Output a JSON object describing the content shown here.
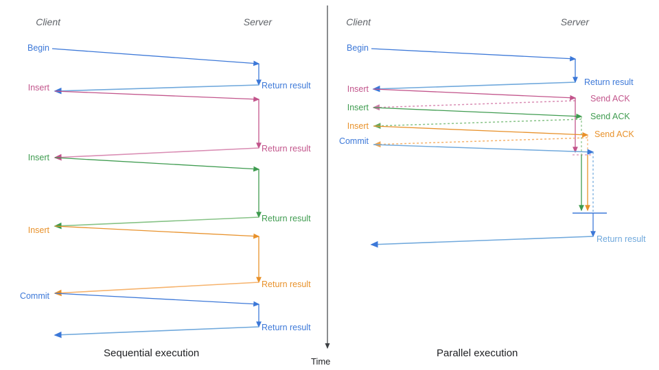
{
  "colors": {
    "blue": "#3c78d8",
    "blue_light": "#6fa8dc",
    "pink": "#c2548b",
    "pink_light": "#d98cb3",
    "green": "#3e9b4f",
    "green_light": "#85c285",
    "orange": "#e8912a",
    "orange_light": "#f6b26b",
    "actor_gray": "#5f6368",
    "axis_gray": "#3c4043",
    "caption": "#202124",
    "background": "#ffffff"
  },
  "time_axis": {
    "label": "Time"
  },
  "panels": [
    {
      "id": "sequential",
      "caption": "Sequential execution",
      "actors": {
        "client": "Client",
        "server": "Server"
      },
      "client_labels": [
        {
          "text": "Begin",
          "color": "blue"
        },
        {
          "text": "Insert",
          "color": "pink"
        },
        {
          "text": "Insert",
          "color": "green"
        },
        {
          "text": "Insert",
          "color": "orange"
        },
        {
          "text": "Commit",
          "color": "blue"
        }
      ],
      "server_labels": [
        {
          "text": "Return result",
          "color": "blue"
        },
        {
          "text": "Return result",
          "color": "pink"
        },
        {
          "text": "Return result",
          "color": "green"
        },
        {
          "text": "Return result",
          "color": "orange"
        },
        {
          "text": "Return result",
          "color": "blue"
        }
      ]
    },
    {
      "id": "parallel",
      "caption": "Parallel execution",
      "actors": {
        "client": "Client",
        "server": "Server"
      },
      "client_labels": [
        {
          "text": "Begin",
          "color": "blue"
        },
        {
          "text": "Insert",
          "color": "pink"
        },
        {
          "text": "Insert",
          "color": "green"
        },
        {
          "text": "Insert",
          "color": "orange"
        },
        {
          "text": "Commit",
          "color": "blue"
        }
      ],
      "server_labels": [
        {
          "text": "Return result",
          "color": "blue"
        },
        {
          "text": "Send ACK",
          "color": "pink"
        },
        {
          "text": "Send ACK",
          "color": "green"
        },
        {
          "text": "Send ACK",
          "color": "orange"
        },
        {
          "text": "Return result",
          "color": "blue"
        }
      ]
    }
  ]
}
